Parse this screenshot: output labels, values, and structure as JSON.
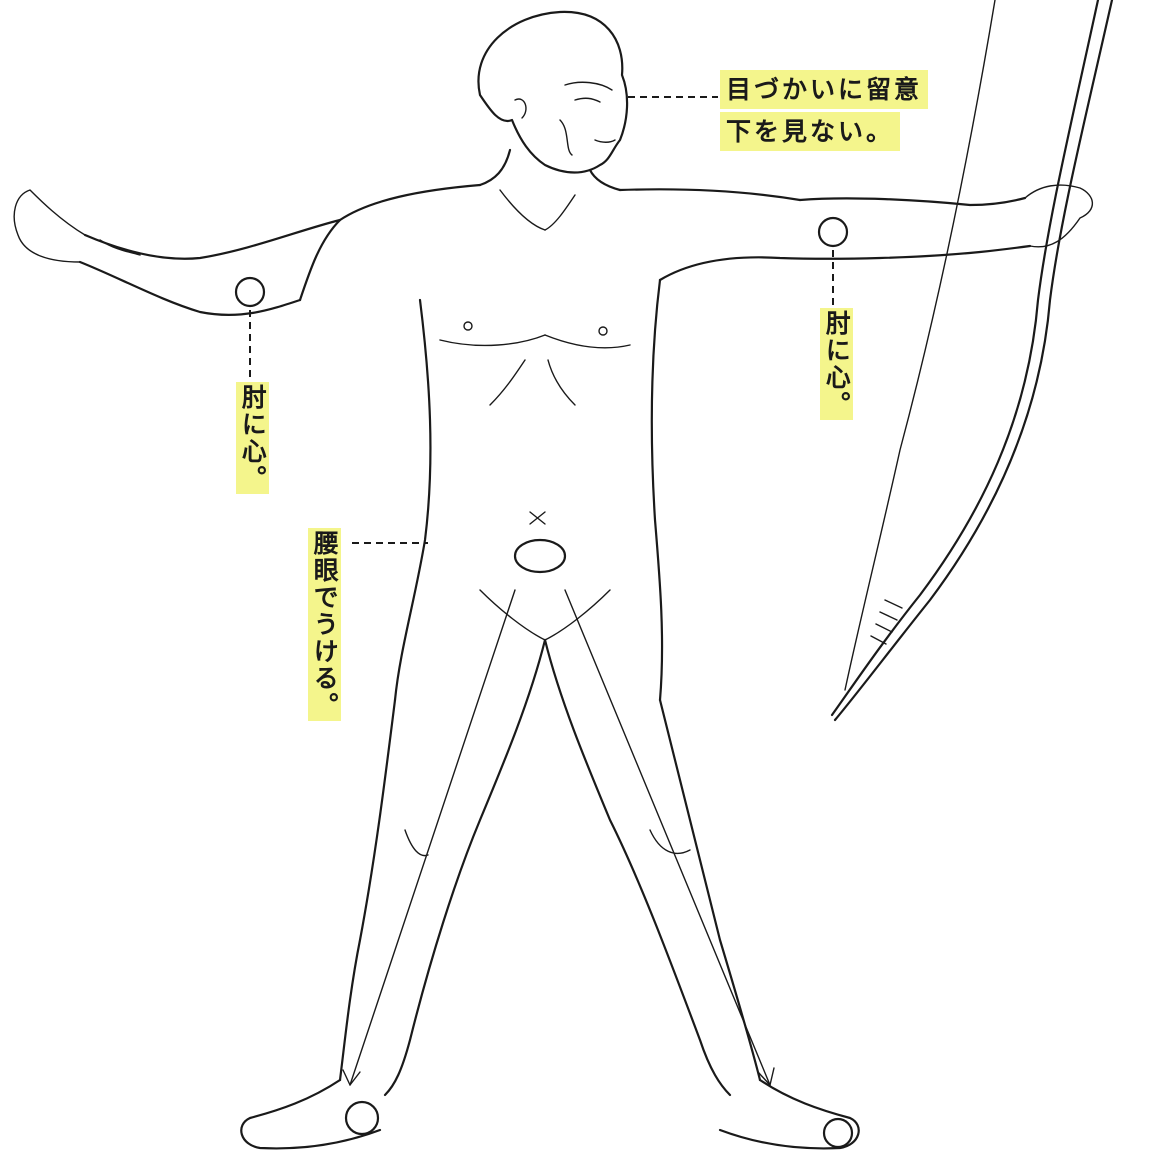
{
  "labels": {
    "gaze_line1": "目づかいに留意",
    "gaze_line2": "下を見ない。",
    "left_elbow": "肘に心。",
    "right_elbow": "肘に心。",
    "hips": "腰眼でうける。"
  },
  "colors": {
    "ink": "#1a1a1a",
    "highlight": "#f4f58c",
    "background": "#ffffff"
  }
}
